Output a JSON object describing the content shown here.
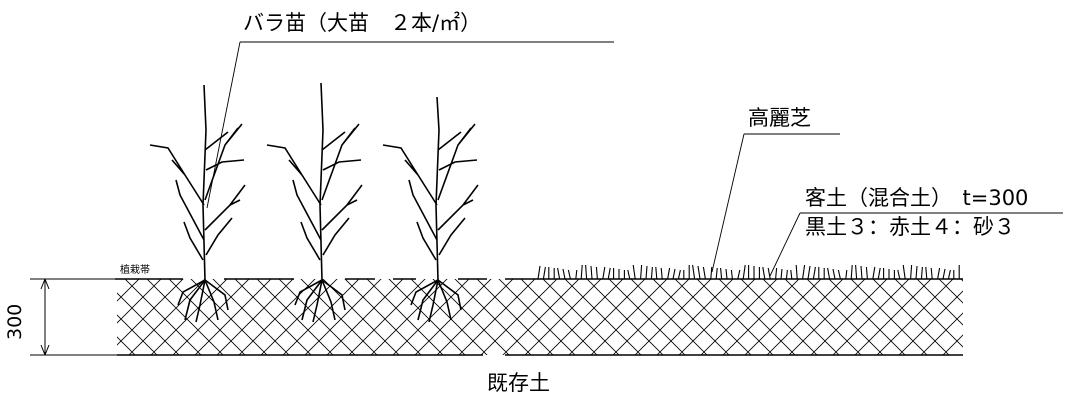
{
  "labels": {
    "rose": "バラ苗（大苗　２本/㎡）",
    "korai": "高麗芝",
    "soil_line1": "客土（混合土）　t=300",
    "soil_line2": "黒土３：赤土４：砂３",
    "planting_band": "植栽帯",
    "depth": "300",
    "existing_soil": "既存土"
  },
  "colors": {
    "line": "#000000",
    "background": "#ffffff"
  }
}
